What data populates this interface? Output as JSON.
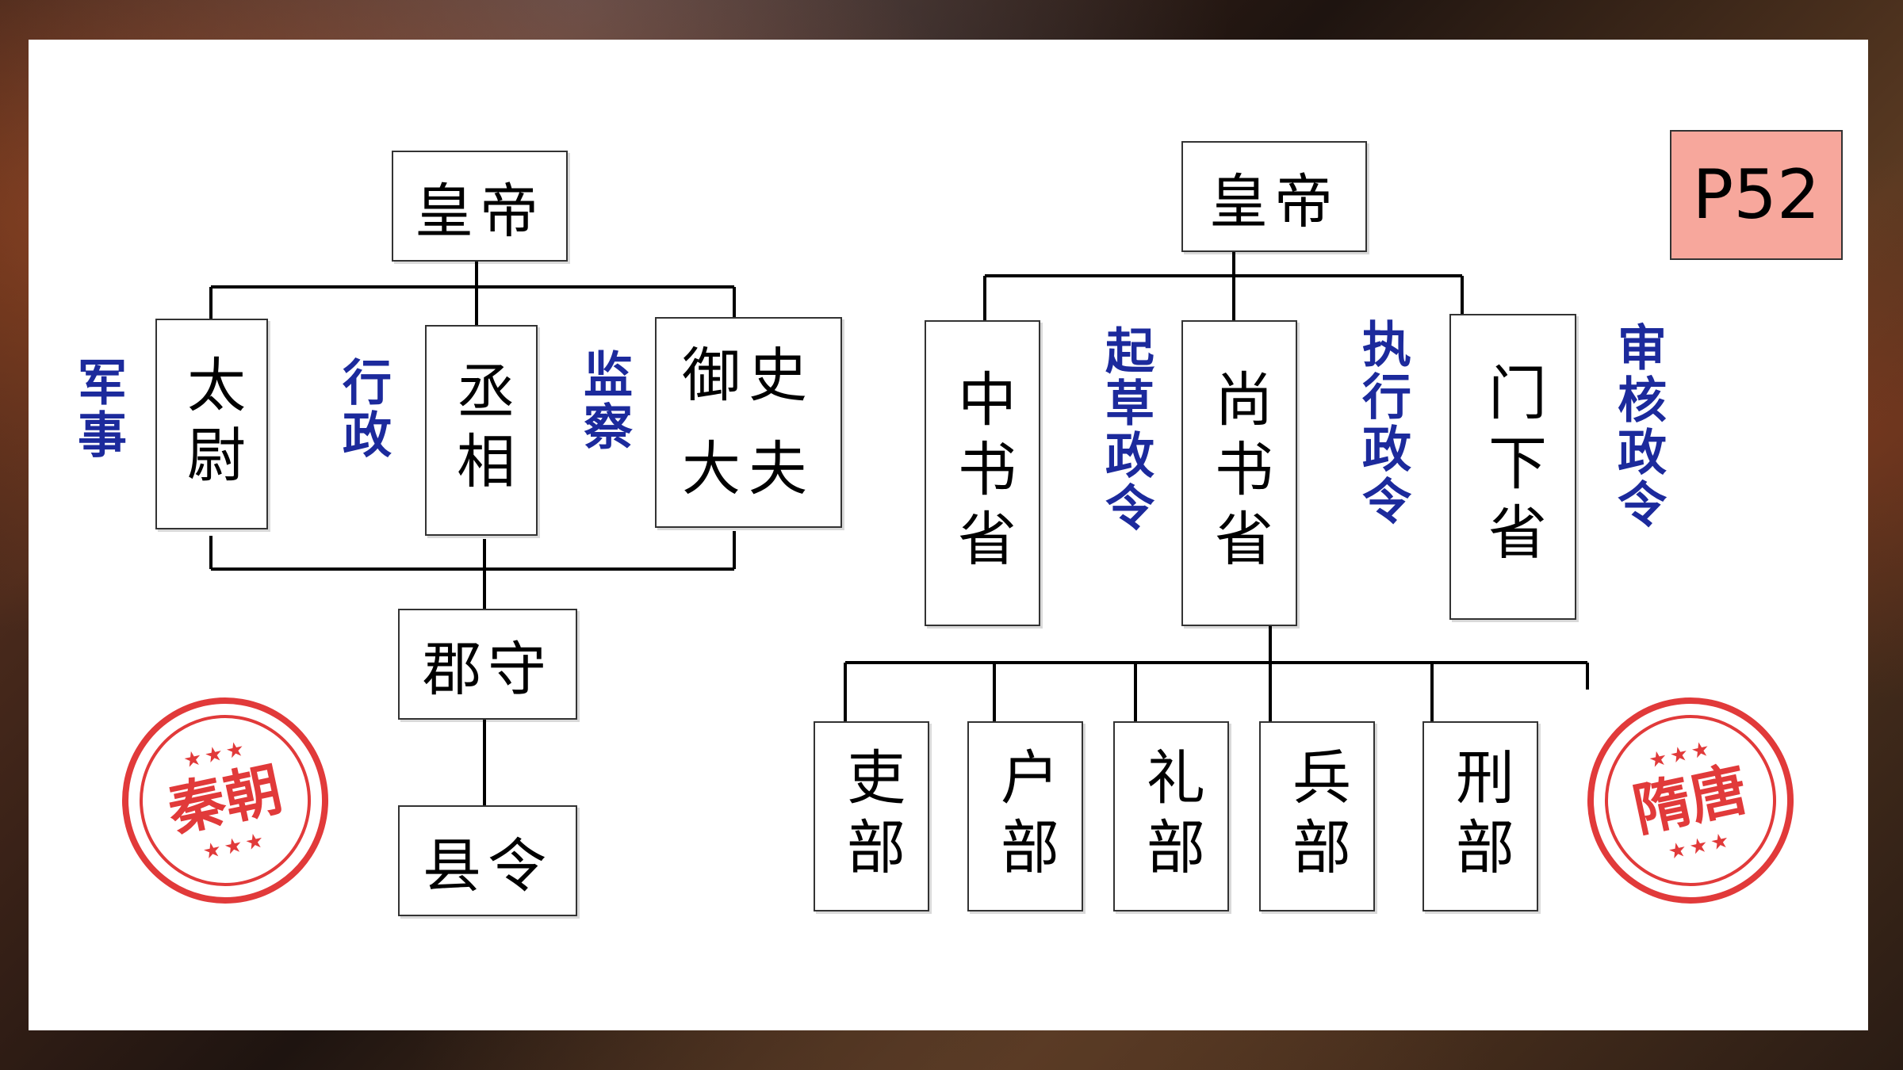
{
  "page_badge": "P52",
  "qin": {
    "emperor": "皇帝",
    "taiwei": "太尉",
    "chengxiang": "丞相",
    "yushi": "御史大夫",
    "junshou": "郡守",
    "xianling": "县令",
    "label_military": "军事",
    "label_admin": "行政",
    "label_supervise": "监察",
    "stamp": "秦朝"
  },
  "suitang": {
    "emperor": "皇帝",
    "zhongshu": "中书省",
    "shangshu": "尚书省",
    "menxia": "门下省",
    "label_draft": "起草政令",
    "label_execute": "执行政令",
    "label_review": "审核政令",
    "ministries": [
      "吏部",
      "户部",
      "礼部",
      "兵部",
      "刑部"
    ],
    "stamp": "隋唐"
  },
  "colors": {
    "label_blue": "#1c2a9c",
    "stamp_red": "#e13a3a",
    "badge_bg": "#f7a79c"
  }
}
